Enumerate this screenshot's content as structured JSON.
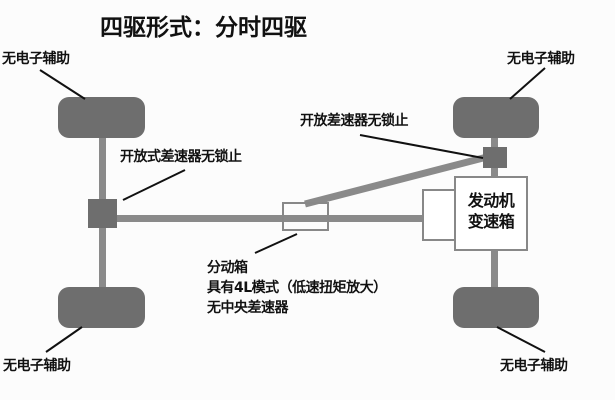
{
  "title": "四驱形式：分时四驱",
  "wheel_labels": {
    "front_left": "无电子辅助",
    "front_right": "无电子辅助",
    "rear_left": "无电子辅助",
    "rear_right": "无电子辅助"
  },
  "front_diff_label": "开放差速器无锁止",
  "rear_diff_label": "开放式差速器无锁止",
  "transfer_case": {
    "line1": "分动箱",
    "line2": "具有4L模式（低速扭矩放大）",
    "line3": "无中央差速器"
  },
  "engine": {
    "line1": "发动机",
    "line2": "变速箱"
  },
  "colors": {
    "component": "#6e6e6e",
    "shaft": "#8a8a8a",
    "outline": "#888888"
  }
}
